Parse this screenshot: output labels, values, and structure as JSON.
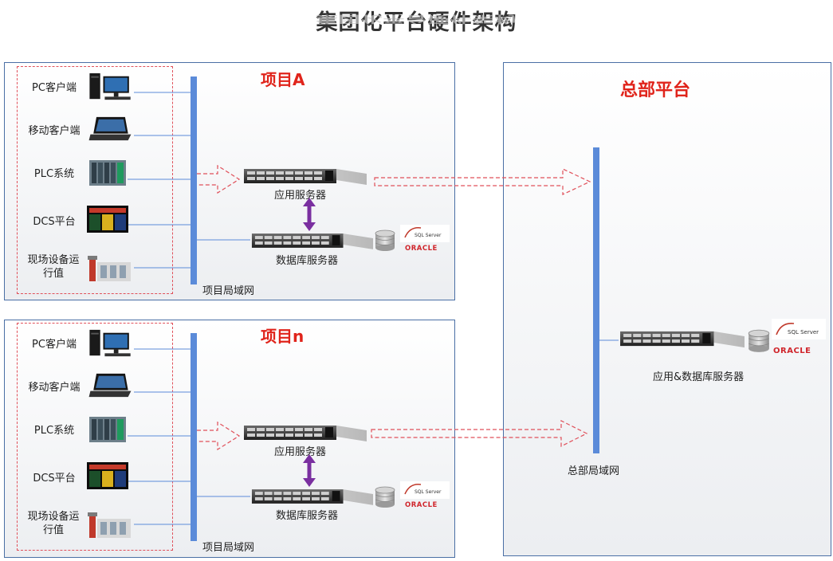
{
  "title": "集团化平台硬件架构",
  "projects": [
    {
      "name": "项目A",
      "devices": [
        "PC客户端",
        "移动客户端",
        "PLC系统",
        "DCS平台",
        "现场设备运",
        "行值"
      ],
      "app_server": "应用服务器",
      "db_server": "数据库服务器",
      "lan": "项目局域网"
    },
    {
      "name": "项目n",
      "devices": [
        "PC客户端",
        "移动客户端",
        "PLC系统",
        "DCS平台",
        "现场设备运",
        "行值"
      ],
      "app_server": "应用服务器",
      "db_server": "数据库服务器",
      "lan": "项目局域网"
    }
  ],
  "hq": {
    "name": "总部平台",
    "server": "应用&数据库服务器",
    "lan": "总部局域网"
  },
  "logos": {
    "sql": "SQL Server",
    "oracle": "ORACLE"
  },
  "colors": {
    "accent_red": "#e0241b",
    "lan_blue": "#5b8bd9",
    "arrow_purple": "#7a2fa0",
    "border": "#4a6fa5"
  }
}
